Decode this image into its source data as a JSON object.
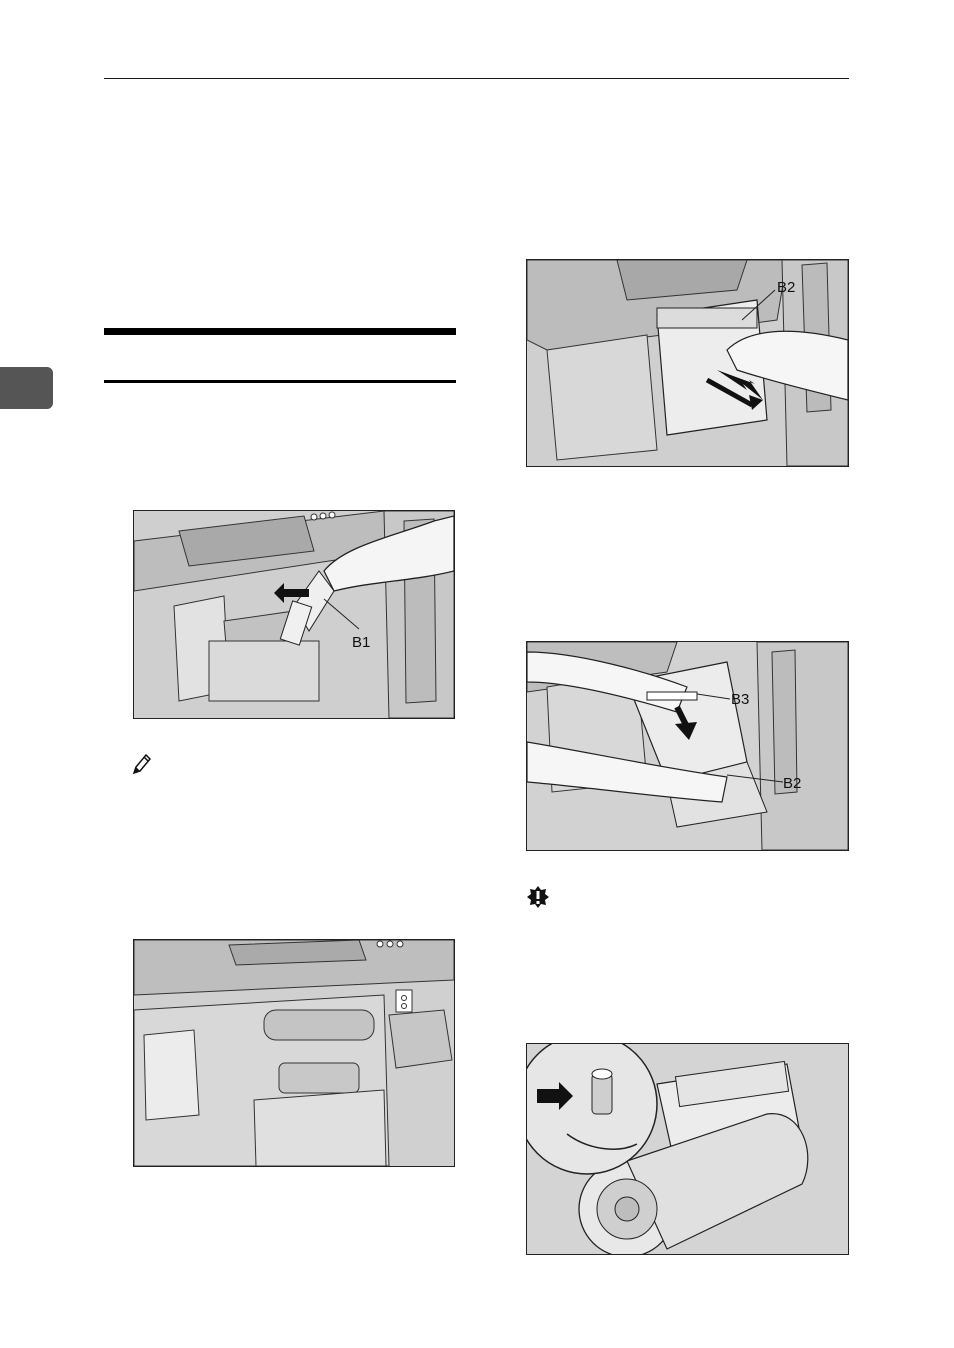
{
  "callouts": {
    "fig1": [
      "B1"
    ],
    "fig3": [
      "B2"
    ],
    "fig4": [
      "B3",
      "B2"
    ]
  },
  "icons": {
    "note": "pencil-note-icon",
    "important": "important-warning-icon"
  },
  "colors": {
    "rule": "#000000",
    "chapter_tab": "#555555",
    "figure_bg": "#d4d4d4"
  }
}
